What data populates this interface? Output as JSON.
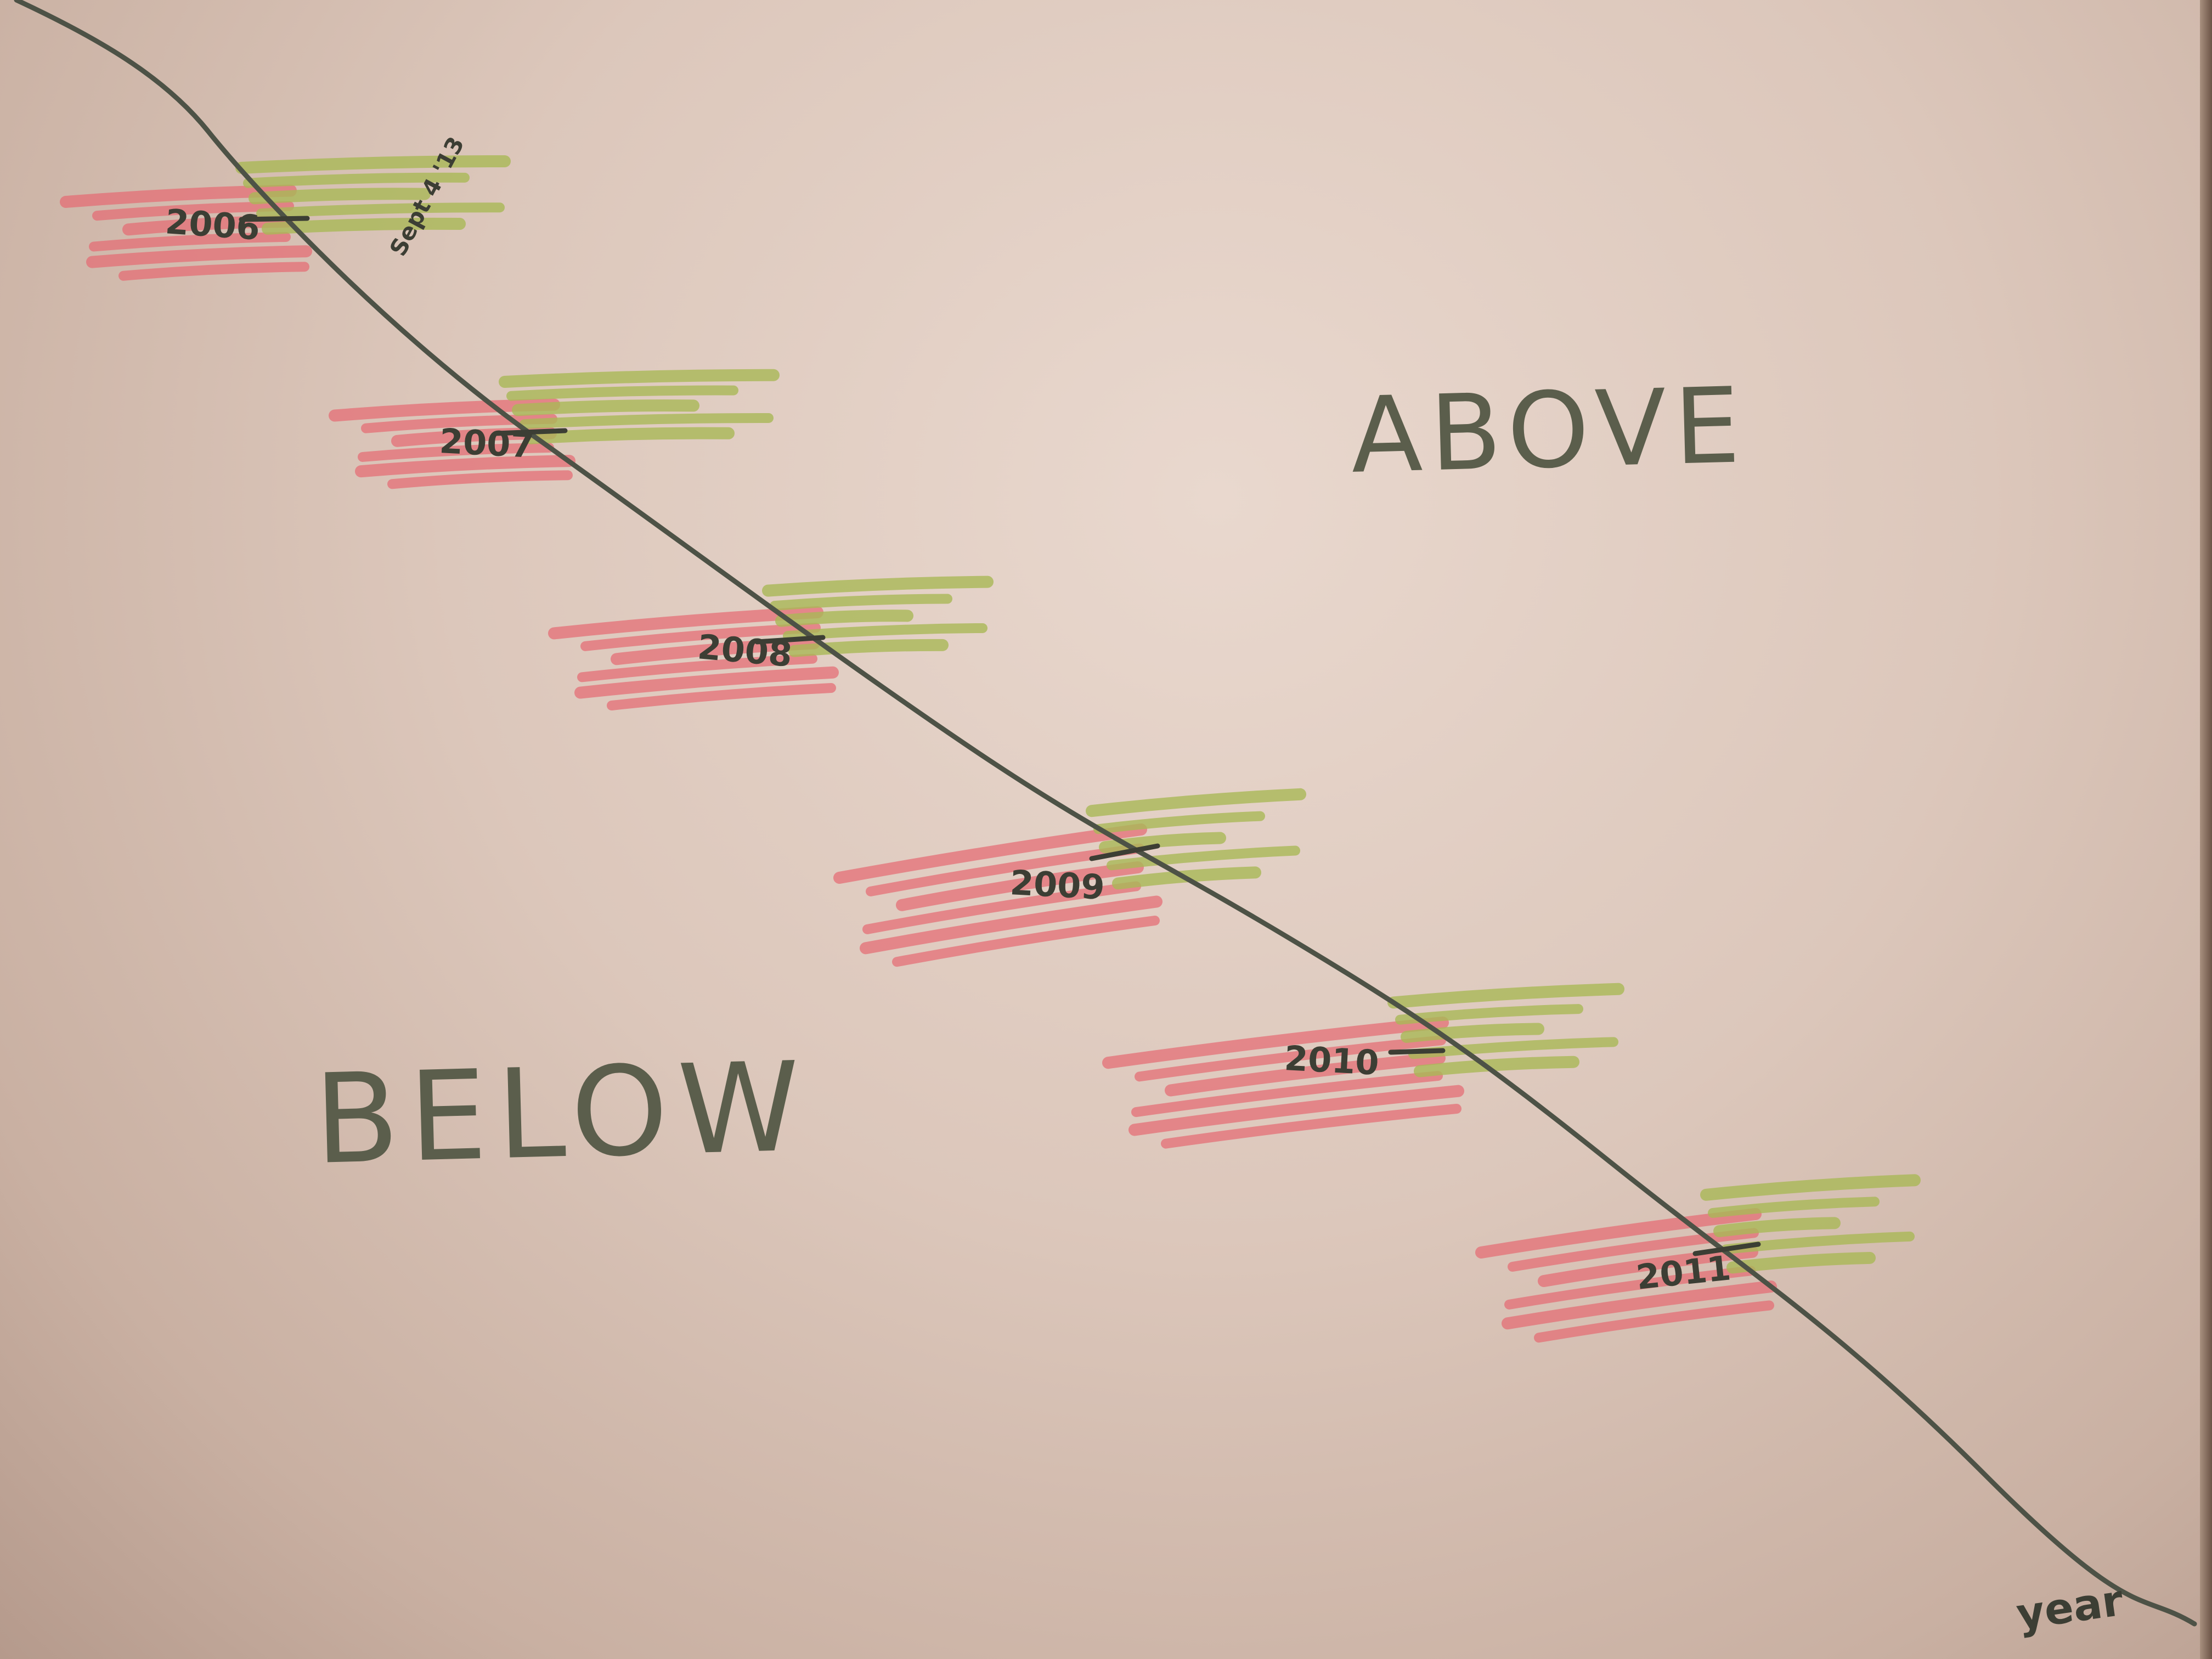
{
  "labels": {
    "above": "ABOVE",
    "below": "BELOW",
    "axis": "year"
  },
  "markers": [
    {
      "year_text": "2006",
      "side_note": "Sept 4 '13"
    },
    {
      "year_text": "2007",
      "side_note": ""
    },
    {
      "year_text": "2008",
      "side_note": ""
    },
    {
      "year_text": "2009",
      "side_note": ""
    },
    {
      "year_text": "2010",
      "side_note": ""
    },
    {
      "year_text": "2011",
      "side_note": ""
    }
  ],
  "colors": {
    "paper": "#e4d2c7",
    "line": "#4d5246",
    "ink": "#3c3e34",
    "below_highlight": "#e56b73",
    "above_highlight": "#a9b856"
  }
}
